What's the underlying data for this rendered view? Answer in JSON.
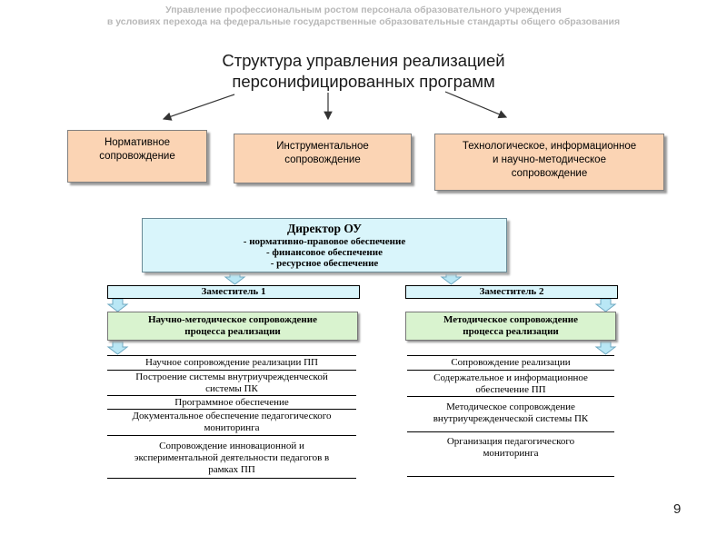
{
  "header": {
    "line1": "Управление профессиональным ростом персонала образовательного учреждения",
    "line2": "в условиях перехода на федеральные государственные образовательные стандарты общего образования"
  },
  "title": {
    "line1": "Структура управления реализацией",
    "line2": "персонифицированных программ"
  },
  "support_boxes": [
    {
      "lines": [
        "Нормативное",
        "сопровождение"
      ]
    },
    {
      "lines": [
        "Инструментальное",
        "сопровождение"
      ]
    },
    {
      "lines": [
        "Технологическое, информационное",
        "и научно-методическое",
        "сопровождение"
      ]
    }
  ],
  "director": {
    "title": "Директор ОУ",
    "items": [
      "- нормативно-правовое обеспечение",
      "- финансовое обеспечение",
      "- ресурсное обеспечение"
    ]
  },
  "deputy1": {
    "title": "Заместитель 1",
    "area": [
      "Научно-методическое сопровождение",
      "процесса реализации"
    ],
    "rows": [
      [
        "Научное сопровождение  реализации ПП"
      ],
      [
        "Построение системы  внутриучрежденческой",
        "системы ПК"
      ],
      [
        "Программное  обеспечение"
      ],
      [
        "Документальное обеспечение педагогического",
        "мониторинга"
      ],
      [
        "Сопровождение  инновационной   и",
        "экспериментальной деятельности педагогов в",
        "рамках ПП"
      ]
    ]
  },
  "deputy2": {
    "title": "Заместитель 2",
    "area": [
      "Методическое сопровождение",
      "процесса реализации"
    ],
    "rows": [
      [
        "Сопровождение  реализации"
      ],
      [
        "Содержательное и информационное",
        "обеспечение ПП"
      ],
      [
        "Методическое сопровождение",
        "внутриучрежденческой системы ПК"
      ],
      [
        "Организация педагогического",
        "мониторинга"
      ]
    ]
  },
  "page_number": "9"
}
